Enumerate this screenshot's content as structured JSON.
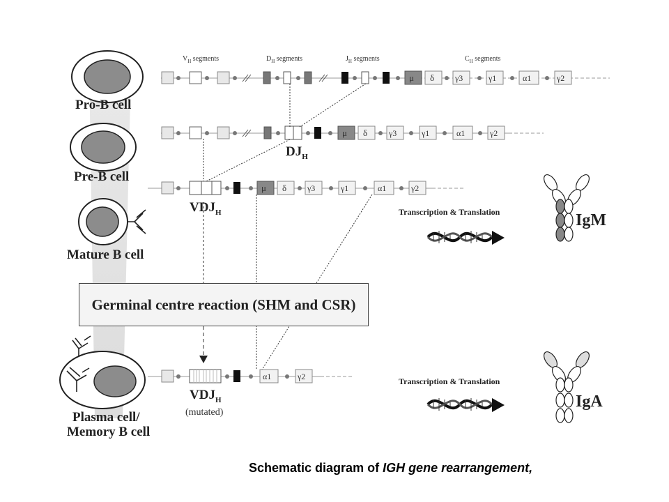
{
  "cells": {
    "pro_b": "Pro-B cell",
    "pre_b": "Pre-B cell",
    "mature_b": "Mature B cell",
    "plasma_line1": "Plasma cell/",
    "plasma_line2": "Memory B cell"
  },
  "segment_headers": {
    "vh": "V",
    "dh": "D",
    "jh": "J",
    "ch": "C",
    "sub": "H",
    "suffix": " segments"
  },
  "rearrangements": {
    "dj_main": "DJ",
    "vdj_main": "VDJ",
    "sub": "H",
    "mutated": "(mutated)"
  },
  "constant_genes": {
    "mu": "μ",
    "delta": "δ",
    "g3": "γ3",
    "g1": "γ1",
    "a1": "α1",
    "g2": "γ2"
  },
  "germinal_centre": "Germinal centre reaction (SHM and CSR)",
  "transcription": "Transcription & Translation",
  "antibodies": {
    "igm": "IgM",
    "iga": "IgA"
  },
  "caption": {
    "prefix": "Schematic diagram of ",
    "italic": "IGH gene rearrangement,"
  }
}
